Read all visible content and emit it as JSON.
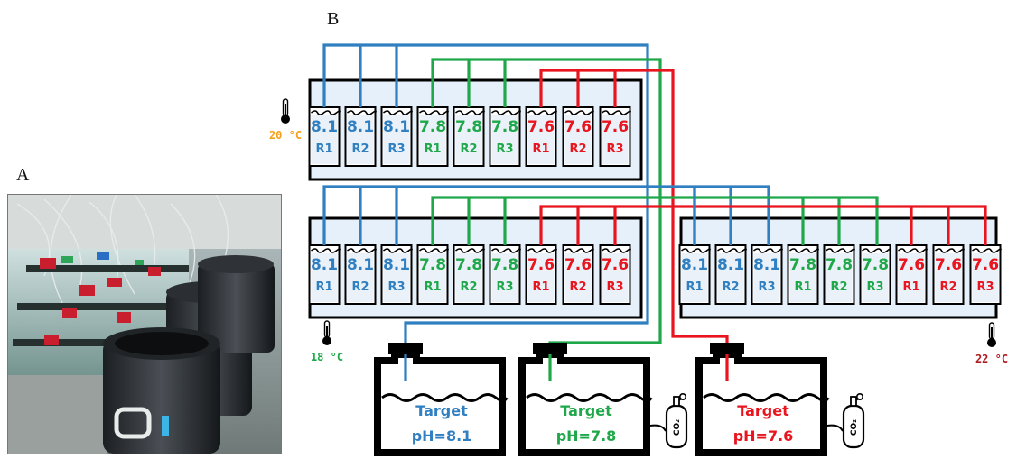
{
  "panels": {
    "a": "A",
    "b": "B"
  },
  "colors": {
    "ph81": "#2f7fc1",
    "ph78": "#1fa84a",
    "ph76": "#e8141e",
    "temp20": "#f5a01a",
    "temp18": "#1fa84a",
    "temp22": "#b01a22"
  },
  "rows": [
    {
      "temperature": "20 °C",
      "tanks": [
        {
          "ph": "8.1",
          "rep": "R1",
          "c": "ph81"
        },
        {
          "ph": "8.1",
          "rep": "R2",
          "c": "ph81"
        },
        {
          "ph": "8.1",
          "rep": "R3",
          "c": "ph81"
        },
        {
          "ph": "7.8",
          "rep": "R1",
          "c": "ph78"
        },
        {
          "ph": "7.8",
          "rep": "R2",
          "c": "ph78"
        },
        {
          "ph": "7.8",
          "rep": "R3",
          "c": "ph78"
        },
        {
          "ph": "7.6",
          "rep": "R1",
          "c": "ph76"
        },
        {
          "ph": "7.6",
          "rep": "R2",
          "c": "ph76"
        },
        {
          "ph": "7.6",
          "rep": "R3",
          "c": "ph76"
        }
      ]
    },
    {
      "temperature": "18 °C",
      "tanks": [
        {
          "ph": "8.1",
          "rep": "R1",
          "c": "ph81"
        },
        {
          "ph": "8.1",
          "rep": "R2",
          "c": "ph81"
        },
        {
          "ph": "8.1",
          "rep": "R3",
          "c": "ph81"
        },
        {
          "ph": "7.8",
          "rep": "R1",
          "c": "ph78"
        },
        {
          "ph": "7.8",
          "rep": "R2",
          "c": "ph78"
        },
        {
          "ph": "7.8",
          "rep": "R3",
          "c": "ph78"
        },
        {
          "ph": "7.6",
          "rep": "R1",
          "c": "ph76"
        },
        {
          "ph": "7.6",
          "rep": "R2",
          "c": "ph76"
        },
        {
          "ph": "7.6",
          "rep": "R3",
          "c": "ph76"
        }
      ]
    },
    {
      "temperature": "22 °C",
      "tanks": [
        {
          "ph": "8.1",
          "rep": "R1",
          "c": "ph81"
        },
        {
          "ph": "8.1",
          "rep": "R2",
          "c": "ph81"
        },
        {
          "ph": "8.1",
          "rep": "R3",
          "c": "ph81"
        },
        {
          "ph": "7.8",
          "rep": "R1",
          "c": "ph78"
        },
        {
          "ph": "7.8",
          "rep": "R2",
          "c": "ph78"
        },
        {
          "ph": "7.8",
          "rep": "R3",
          "c": "ph78"
        },
        {
          "ph": "7.6",
          "rep": "R1",
          "c": "ph76"
        },
        {
          "ph": "7.6",
          "rep": "R2",
          "c": "ph76"
        },
        {
          "ph": "7.6",
          "rep": "R3",
          "c": "ph76"
        }
      ]
    }
  ],
  "reservoirs": [
    {
      "line1": "Target",
      "line2": "pH=8.1",
      "c": "ph81",
      "co2": false
    },
    {
      "line1": "Target",
      "line2": "pH=7.8",
      "c": "ph78",
      "co2": true
    },
    {
      "line1": "Target",
      "line2": "pH=7.6",
      "c": "ph76",
      "co2": true
    }
  ],
  "co2_label": "CO₂",
  "icons": {
    "thermometer": "thermometer-icon",
    "co2": "co2-cylinder-icon",
    "photo": "aquarium-setup-photo"
  }
}
